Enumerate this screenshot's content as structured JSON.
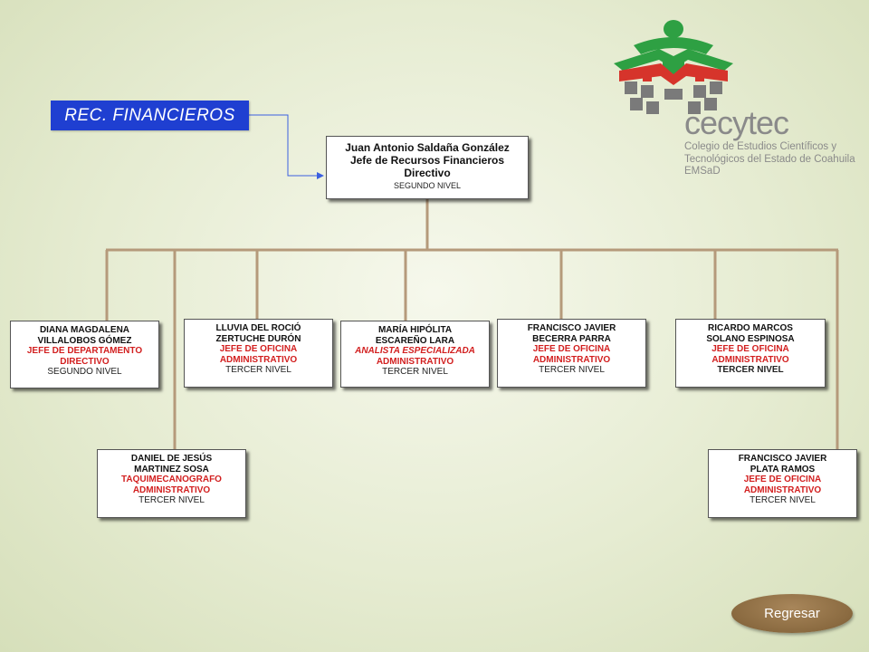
{
  "section_tag": "REC. FINANCIEROS",
  "head": {
    "name": "Juan Antonio  Saldaña González",
    "title_line1": "Jefe de Recursos Financieros",
    "title_line2": "Directivo",
    "level": "SEGUNDO NIVEL"
  },
  "staff": [
    {
      "name1": "DIANA MAGDALENA",
      "name2": "VILLALOBOS GÓMEZ",
      "pos1": "JEFE DE DEPARTAMENTO",
      "pos2": "DIRECTIVO",
      "level": "SEGUNDO NIVEL"
    },
    {
      "name1": "LLUVIA  DEL ROCIÓ",
      "name2": "ZERTUCHE DURÓN",
      "pos1": "JEFE DE OFICINA",
      "pos2": "ADMINISTRATIVO",
      "level": "TERCER NIVEL"
    },
    {
      "name1": "MARÍA HIPÓLITA",
      "name2": "ESCAREÑO LARA",
      "pos1": "ANALISTA ESPECIALIZADA",
      "pos2": "ADMINISTRATIVO",
      "level": "TERCER NIVEL"
    },
    {
      "name1": "FRANCISCO JAVIER",
      "name2": "BECERRA PARRA",
      "pos1": "JEFE DE OFICINA",
      "pos2": "ADMINISTRATIVO",
      "level": "TERCER NIVEL"
    },
    {
      "name1": "RICARDO MARCOS",
      "name2": "SOLANO ESPINOSA",
      "pos1": "JEFE DE OFICINA",
      "pos2": "ADMINISTRATIVO",
      "level": "TERCER NIVEL"
    },
    {
      "name1": "DANIEL DE JESÚS",
      "name2": "MARTINEZ SOSA",
      "pos1": "TAQUIMECANOGRAFO",
      "pos2": "ADMINISTRATIVO",
      "level": "TERCER NIVEL"
    },
    {
      "name1": "FRANCISCO  JAVIER",
      "name2": "PLATA RAMOS",
      "pos1": "JEFE DE OFICINA",
      "pos2": "ADMINISTRATIVO",
      "level": "TERCER NIVEL"
    }
  ],
  "logo": {
    "word": "cecytec",
    "line1": "Colegio de Estudios Científicos y",
    "line2": "Tecnológicos del Estado de Coahuila",
    "line3": "EMSaD"
  },
  "back_button": "Regresar",
  "colors": {
    "tag_blue": "#1f3fd1",
    "position_red": "#d21f1f",
    "connector_brown": "#b09070",
    "button_brown": "#8a6a40"
  }
}
